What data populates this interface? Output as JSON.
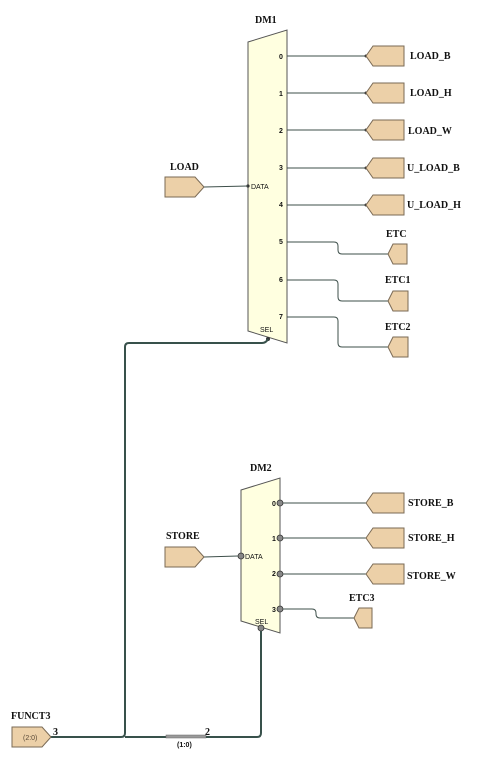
{
  "dm1": {
    "name": "DM1",
    "data_pin": "DATA",
    "sel_pin": "SEL",
    "input_tunnel": "LOAD",
    "outputs": [
      {
        "port": "0",
        "tunnel": "LOAD_B"
      },
      {
        "port": "1",
        "tunnel": "LOAD_H"
      },
      {
        "port": "2",
        "tunnel": "LOAD_W"
      },
      {
        "port": "3",
        "tunnel": "U_LOAD_B"
      },
      {
        "port": "4",
        "tunnel": "U_LOAD_H"
      },
      {
        "port": "5",
        "tunnel": "ETC"
      },
      {
        "port": "6",
        "tunnel": "ETC1"
      },
      {
        "port": "7",
        "tunnel": "ETC2"
      }
    ]
  },
  "dm2": {
    "name": "DM2",
    "data_pin": "DATA",
    "sel_pin": "SEL",
    "input_tunnel": "STORE",
    "outputs": [
      {
        "port": "0",
        "tunnel": "STORE_B"
      },
      {
        "port": "1",
        "tunnel": "STORE_H"
      },
      {
        "port": "2",
        "tunnel": "STORE_W"
      },
      {
        "port": "3",
        "tunnel": "ETC3"
      }
    ]
  },
  "funct3": {
    "label": "FUNCT3",
    "range": "(2:0)",
    "width": "3"
  },
  "splitter": {
    "range": "(1:0)",
    "width": "2"
  },
  "colors": {
    "tunnel_fill": "#ecd0a8",
    "mux_fill": "#ffffe0",
    "wire": "#3d4f4a"
  }
}
